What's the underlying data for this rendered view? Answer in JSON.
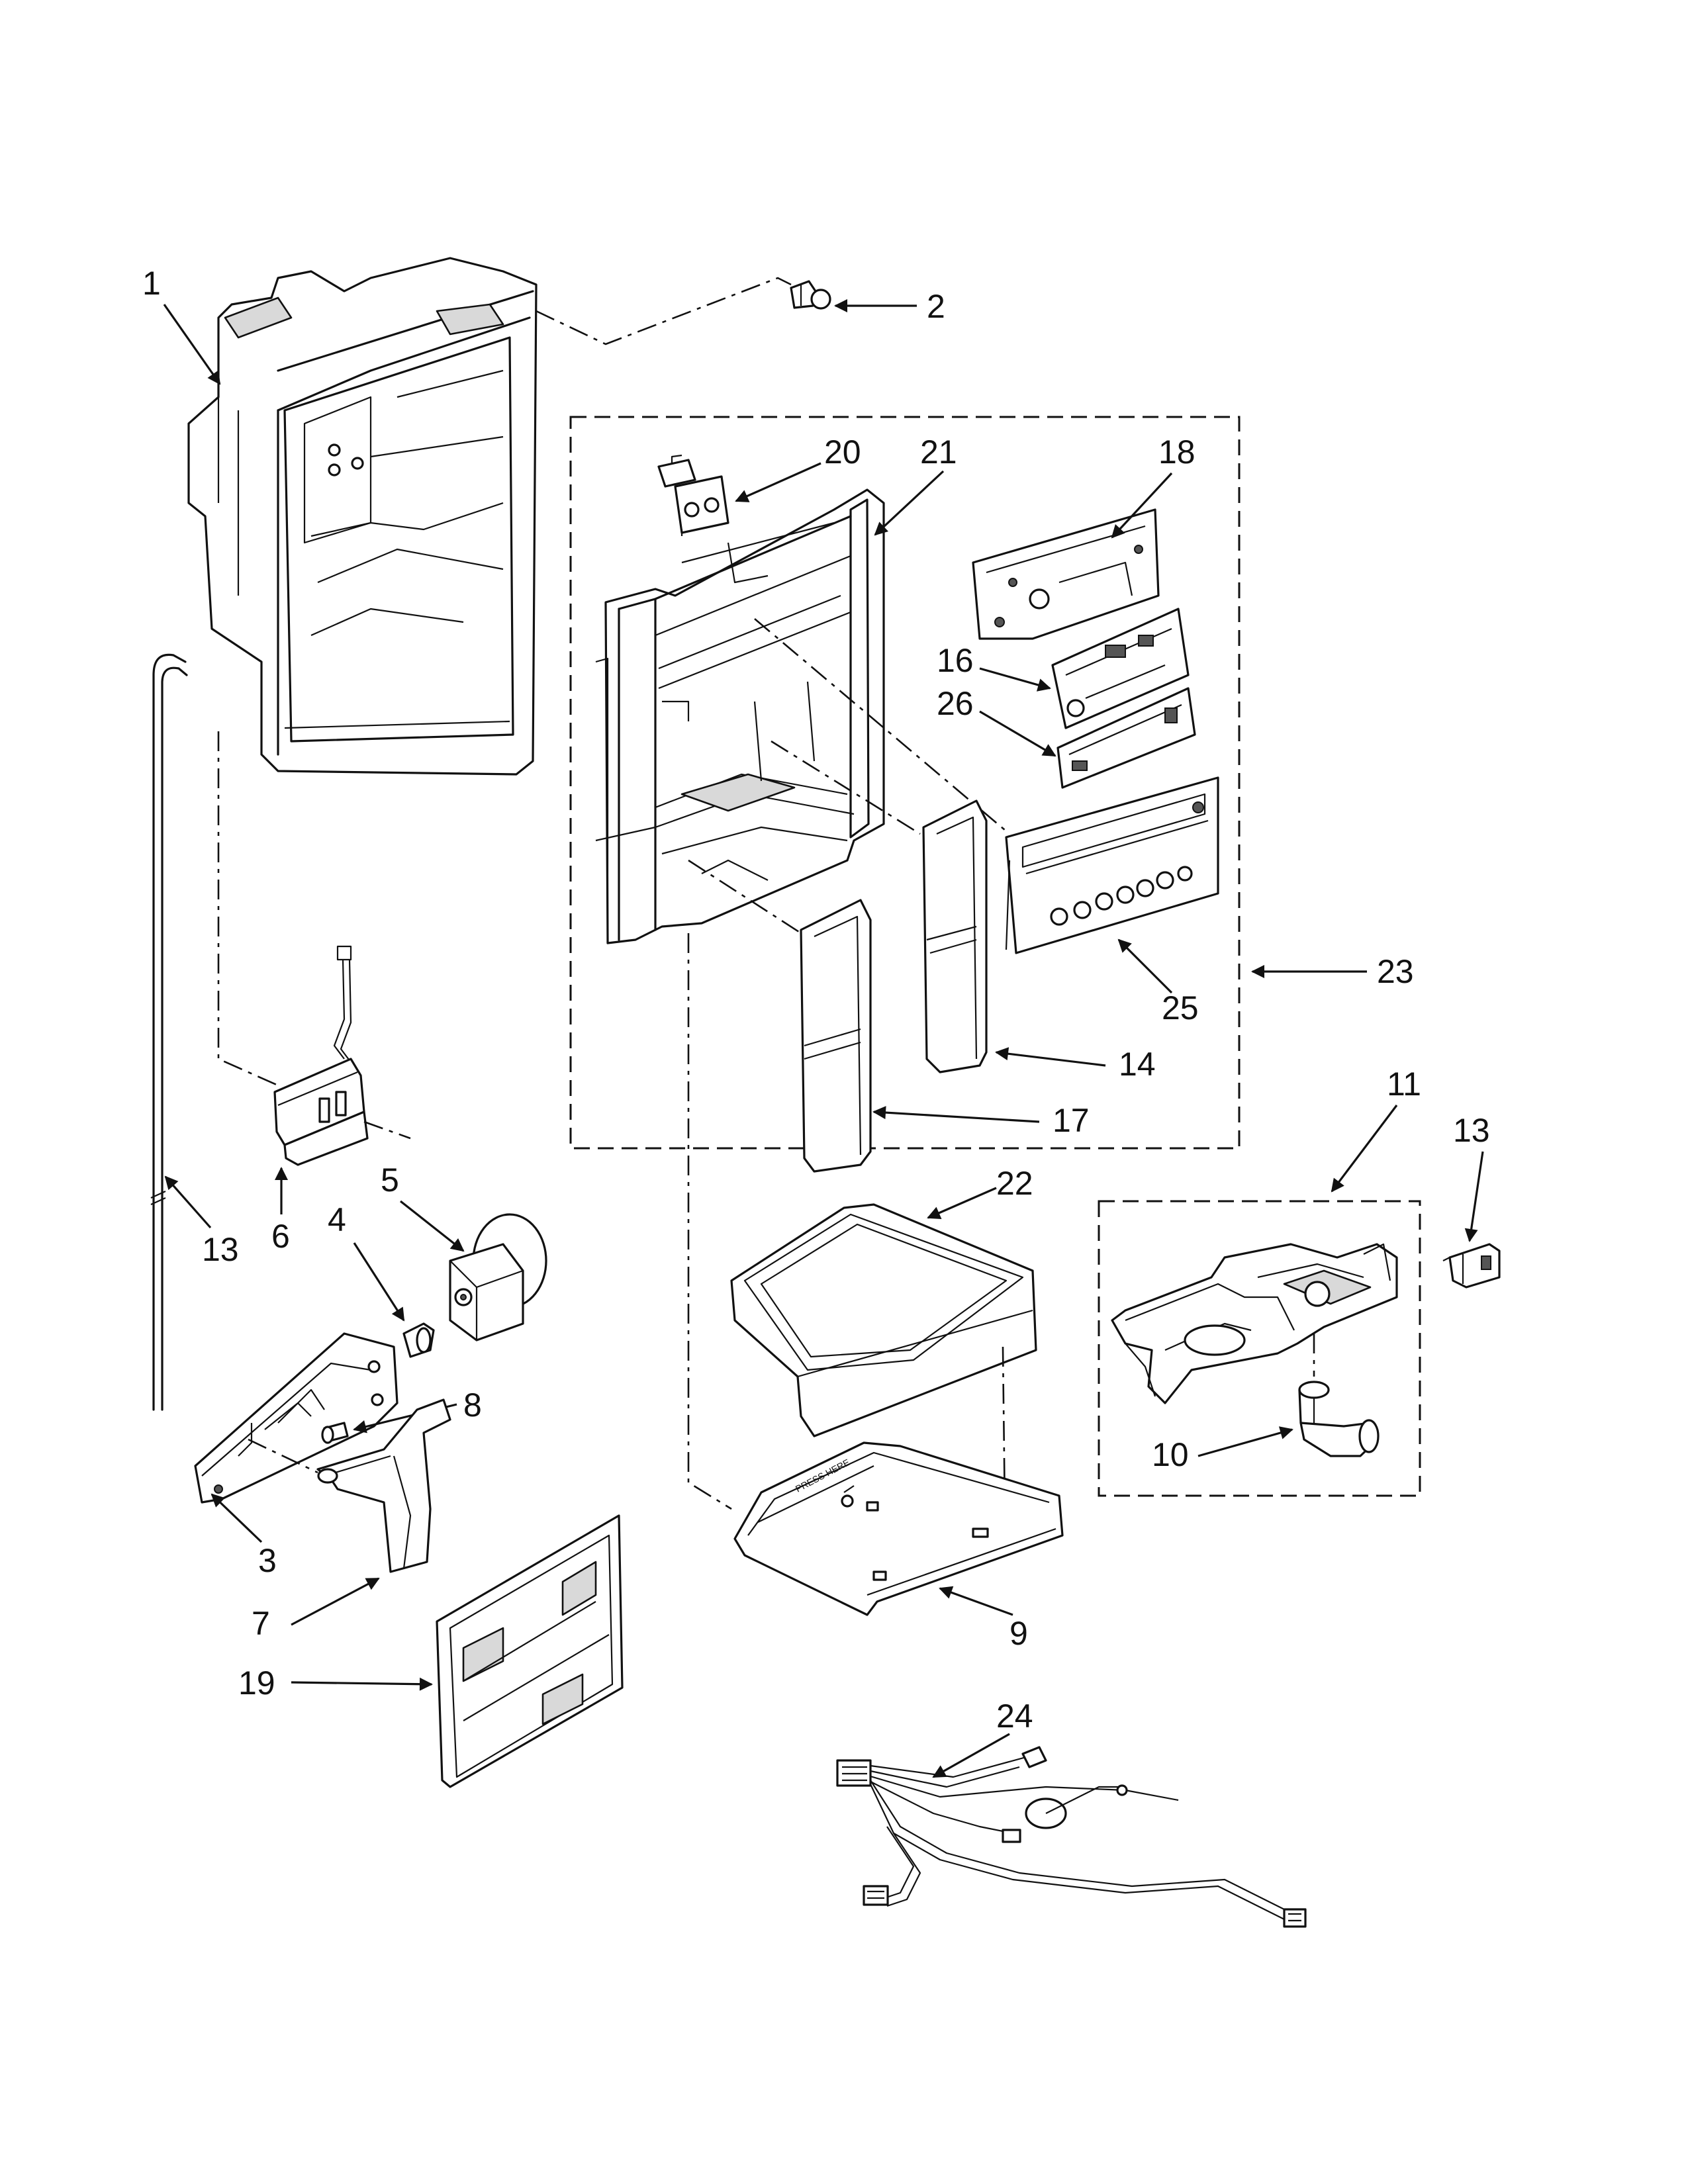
{
  "callouts": {
    "c1": "1",
    "c2": "2",
    "c3": "3",
    "c4": "4",
    "c5": "5",
    "c6": "6",
    "c7": "7",
    "c8": "8",
    "c9": "9",
    "c10": "10",
    "c11": "11",
    "c13a": "13",
    "c13b": "13",
    "c14": "14",
    "c16": "16",
    "c17": "17",
    "c18": "18",
    "c19": "19",
    "c20": "20",
    "c21": "21",
    "c22": "22",
    "c23": "23",
    "c24": "24",
    "c25": "25",
    "c26": "26"
  },
  "labels": {
    "press_here": "PRESS HERE"
  }
}
